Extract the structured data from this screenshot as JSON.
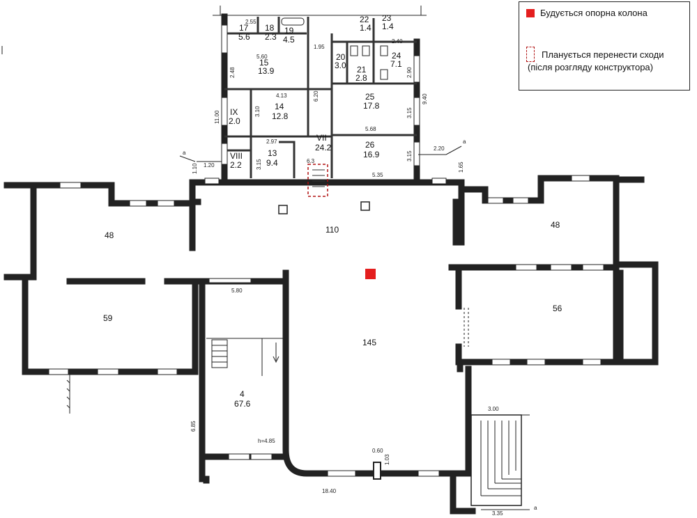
{
  "legend": {
    "support_column": "Будується опорна колона",
    "stairs_move_line1": "Планується перенести сходи",
    "stairs_move_line2": "(після розгляду конструктора)",
    "colors": {
      "support_column": "#e41e1e",
      "stairs_outline": "#b01010"
    }
  },
  "rooms": {
    "left_top": "48",
    "left_bottom": "59",
    "center_top": "110",
    "center_main": "145",
    "right_top": "48",
    "right_bottom": "56",
    "stair_room_num": "4",
    "stair_room_area": "67.6"
  },
  "annex_rooms": [
    {
      "num": "17",
      "area": "5.6"
    },
    {
      "num": "18",
      "area": "2.3"
    },
    {
      "num": "19",
      "area": "4.5"
    },
    {
      "num": "15",
      "area": "13.9"
    },
    {
      "num": "14",
      "area": "12.8"
    },
    {
      "num": "13",
      "area": "9.4"
    },
    {
      "num": "IX",
      "area": "2.0"
    },
    {
      "num": "VIII",
      "area": "2.2"
    },
    {
      "num": "VII",
      "area": "24.2"
    },
    {
      "num": "22",
      "area": "1.4"
    },
    {
      "num": "23",
      "area": "1.4"
    },
    {
      "num": "24",
      "area": "7.1"
    },
    {
      "num": "20",
      "area": "3.0"
    },
    {
      "num": "21",
      "area": "2.8"
    },
    {
      "num": "25",
      "area": "17.8"
    },
    {
      "num": "26",
      "area": "16.9"
    }
  ],
  "dimensions": {
    "d_2_55": "2.55",
    "d_5_60": "5.60",
    "d_2_48": "2.48",
    "d_1_95": "1.95",
    "d_4_13": "4.13",
    "d_3_10": "3.10",
    "d_6_20": "6.20",
    "d_11_00": "11.00",
    "d_2_97": "2.97",
    "d_3_15a": "3.15",
    "d_6_3": "6.3",
    "d_2_40": "2.40",
    "d_2_90": "2.90",
    "d_3_15b": "3.15",
    "d_9_40": "9.40",
    "d_5_68": "5.68",
    "d_3_15c": "3.15",
    "d_5_35": "5.35",
    "d_2_20": "2.20",
    "d_1_65": "1.65",
    "d_1_20": "1.20",
    "d_1_10": "1.10",
    "d_5_80": "5.80",
    "d_6_85": "6.85",
    "d_h_4_85": "h=4.85",
    "d_0_60": "0.60",
    "d_1_03": "1.03",
    "d_18_40": "18.40",
    "d_3_00": "3.00",
    "d_3_35": "3.35",
    "axis_a1": "a",
    "axis_a2": "a",
    "axis_a3": "a"
  }
}
